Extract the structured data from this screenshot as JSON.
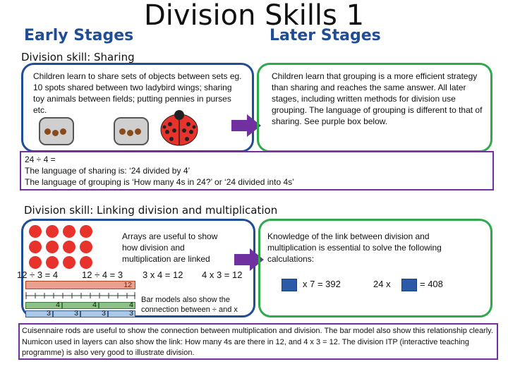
{
  "header": {
    "title": "Division Skills 1",
    "early": "Early Stages",
    "later": "Later Stages"
  },
  "section1": {
    "label": "Division skill:   Sharing",
    "early_text": "Children learn to share sets of objects between sets eg. 10 spots shared between two ladybird wings; sharing toy animals between fields; putting pennies in purses etc.",
    "later_text": "Children learn  that grouping is a more efficient strategy than sharing and reaches the same answer. All later stages, including written methods for division use grouping. The language of grouping is different to that of sharing.  See purple box below.",
    "example_line1": "24 ÷ 4 =",
    "example_line2": "The language of sharing is: ‘24 divided by 4’",
    "example_line3": "The language of grouping is ‘How many 4s in 24?’  or ‘24 divided into 4s’"
  },
  "section2": {
    "label": "Division skill:  Linking division and multiplication",
    "arrays_text": "Arrays are useful to show how division and multiplication are linked",
    "eq1": "12  ÷  3 = 4",
    "eq2": "12  ÷  4  =  3",
    "eq3": "3  x  4  =  12",
    "eq4": "4  x  3  =  12",
    "bar_total": "12",
    "bar_parts_4": [
      "4",
      "4",
      "4"
    ],
    "bar_parts_3": [
      "3",
      "3",
      "3",
      "3"
    ],
    "bar_text": "Bar models also show the connection between ÷  and x",
    "later_text": "Knowledge of the link between division and multiplication is essential to solve the following calculations:",
    "calc1": "x  7  =  392",
    "calc2_a": "24   x",
    "calc2_b": "=  408"
  },
  "footer": {
    "text": "Cuisennaire rods are useful to show the connection between multiplication and division.  The bar model also show this relationship clearly. Numicon used in layers can also show the link:  How many 4s are there in 12, and 4  x  3  = 12. The division ITP (interactive teaching programme) is also very good to illustrate division."
  },
  "colors": {
    "blue_border": "#1f4e96",
    "green_border": "#2eaa4a",
    "purple": "#7030a0",
    "red": "#e8332c"
  }
}
